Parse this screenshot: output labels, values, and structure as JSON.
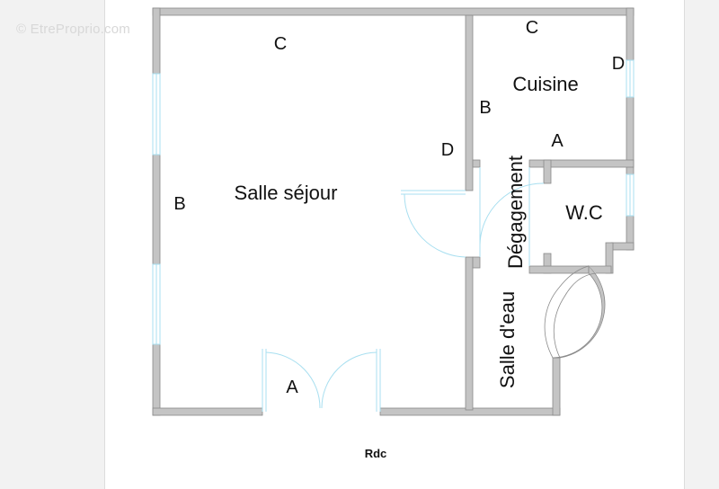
{
  "watermark": "© EtreProprio.com",
  "rooms": {
    "sejour": "Salle séjour",
    "cuisine": "Cuisine",
    "wc": "W.C",
    "degagement": "Dégagement",
    "salle_eau": "Salle d'eau"
  },
  "wall_letters": {
    "sejour_top": "C",
    "sejour_left": "B",
    "sejour_right": "D",
    "sejour_bottom": "A",
    "cuisine_top": "C",
    "cuisine_right": "D",
    "cuisine_left": "B",
    "cuisine_bottom": "A"
  },
  "caption": "Rdc",
  "colors": {
    "wall_fill": "#c4c4c4",
    "wall_stroke": "#8a8a8a",
    "opening": "#a8dff0",
    "background": "#f2f2f2",
    "sheet": "#ffffff"
  }
}
